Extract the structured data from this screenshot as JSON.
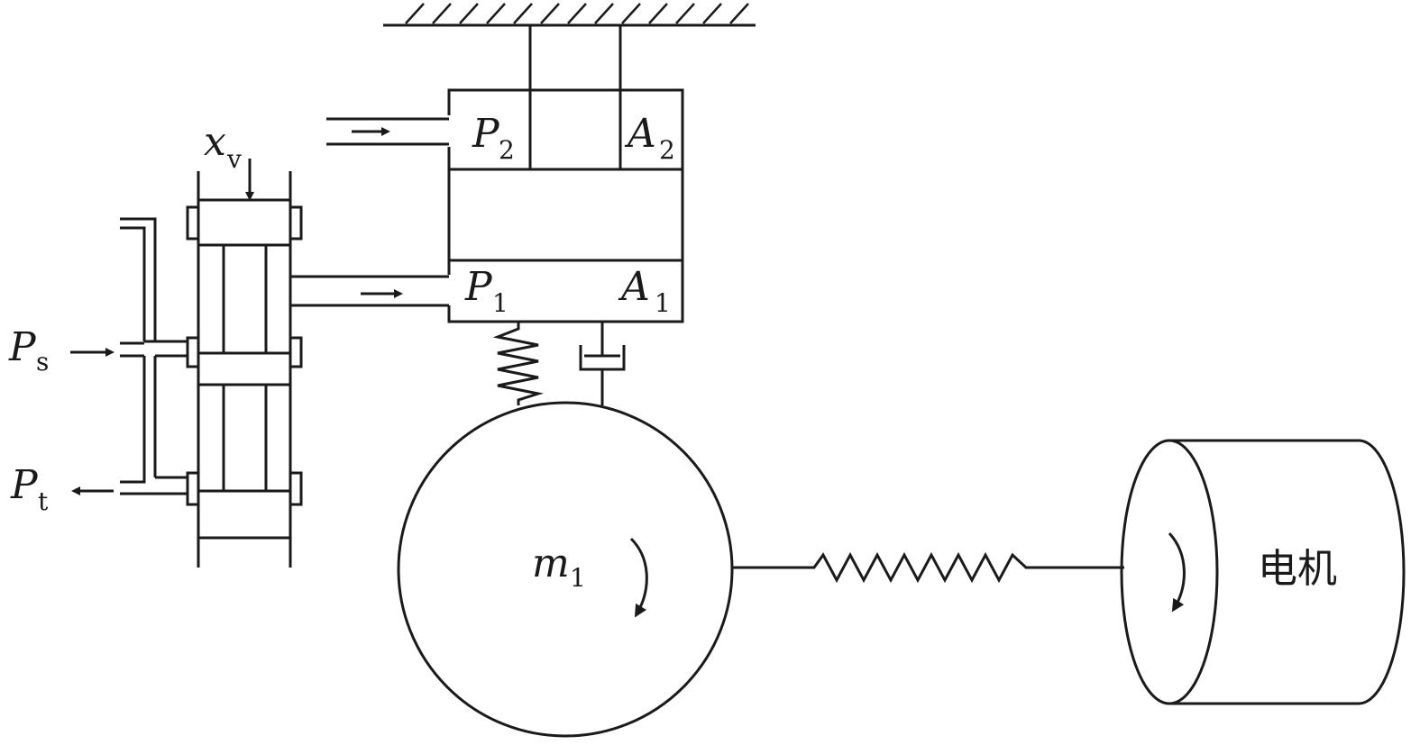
{
  "colors": {
    "line": "#1a1a1a",
    "background": "#ffffff"
  },
  "labels": {
    "supply_pressure": {
      "base": "P",
      "sub": "s"
    },
    "tank_pressure": {
      "base": "P",
      "sub": "t"
    },
    "valve_displacement": {
      "base": "x",
      "sub": "v"
    },
    "chamber1_pressure": {
      "base": "P",
      "sub": "1"
    },
    "chamber1_area": {
      "base": "A",
      "sub": "1"
    },
    "chamber2_pressure": {
      "base": "P",
      "sub": "2"
    },
    "chamber2_area": {
      "base": "A",
      "sub": "2"
    },
    "mass": {
      "base": "m",
      "sub": "1"
    },
    "motor": "电机"
  },
  "icons": {
    "ground": "hatched-ground-icon",
    "spring": "zigzag-spring-icon",
    "damper": "dashpot-damper-icon",
    "rotation": "curved-rotation-arrow-icon",
    "flow": "flow-arrow-icon"
  }
}
